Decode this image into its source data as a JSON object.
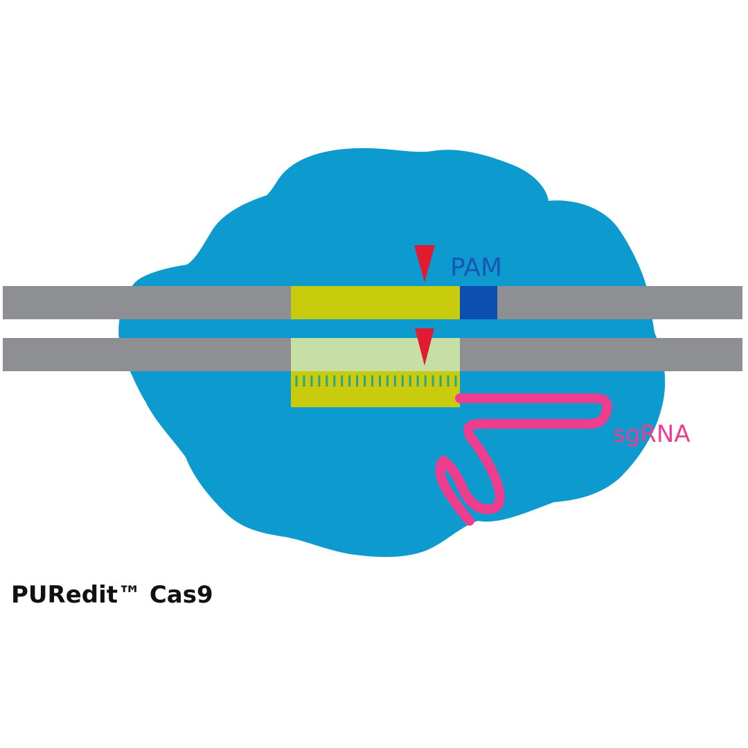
{
  "labels": {
    "pam": "PAM",
    "sgrna": "sgRNA",
    "product_title": "PURedit™ Cas9"
  },
  "colors": {
    "protein": "#0d9bcf",
    "dna_strand": "#8e8f92",
    "target_region": "#c8cc0d",
    "hybrid_region": "#c6dfa4",
    "pam_block": "#0b50b0",
    "pam_text": "#1a55b0",
    "cut_marker": "#e01b32",
    "sgrna": "#ee3d8f",
    "base_pair_ticks": "#2aa58d",
    "title_text": "#111111"
  },
  "icons": {
    "cut_site_marker": "red-triangle-icon"
  }
}
